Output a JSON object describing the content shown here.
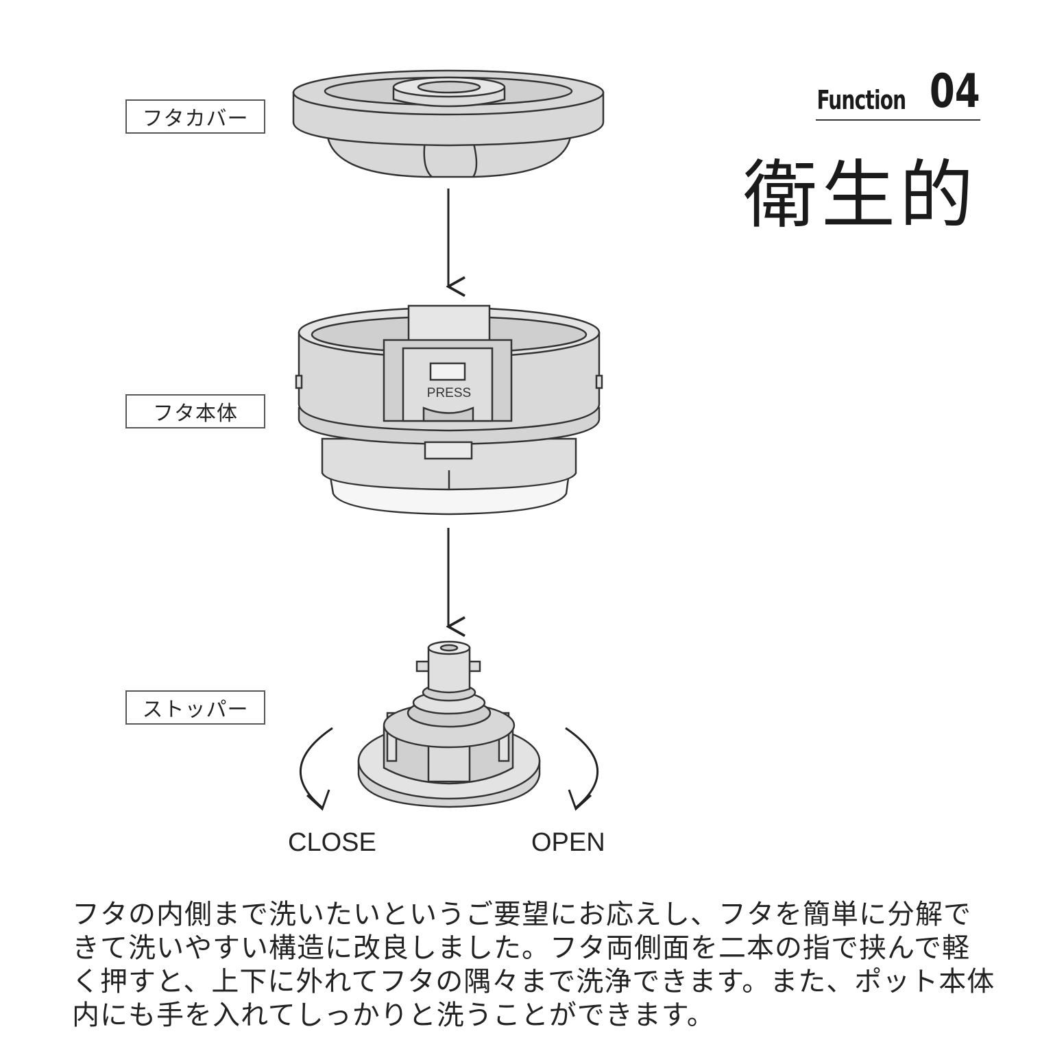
{
  "header": {
    "function_word": "Function",
    "function_number": "04",
    "title": "衛生的"
  },
  "parts": {
    "cover": "フタカバー",
    "body": "フタ本体",
    "stopper": "ストッパー",
    "press_mark": "PRESS"
  },
  "rotation": {
    "close": "CLOSE",
    "open": "OPEN"
  },
  "description": "フタの内側まで洗いたいというご要望にお応えし、フタを簡単に分解できて洗いやすい構造に改良しました。フタ両側面を二本の指で挟んで軽く押すと、上下に外れてフタの隅々まで洗浄できます。また、ポット本体内にも手を入れてしっかりと洗うことができます。"
}
